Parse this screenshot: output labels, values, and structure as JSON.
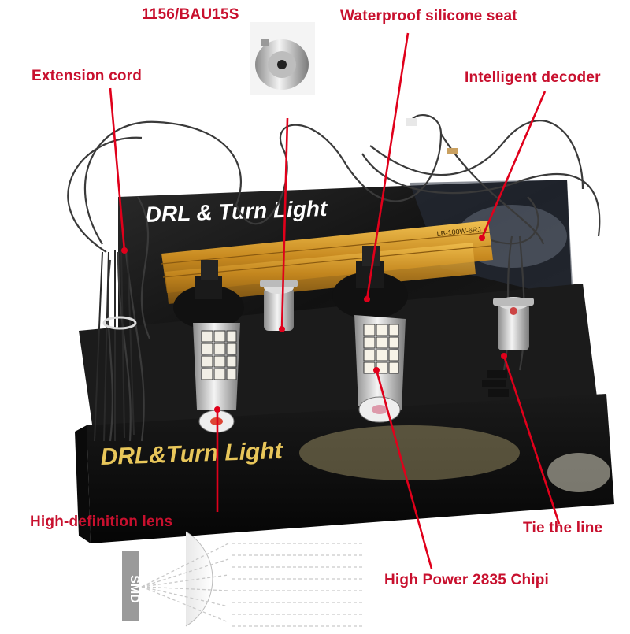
{
  "labels": {
    "socket": "1156/BAU15S",
    "seat": "Waterproof silicone seat",
    "cord": "Extension cord",
    "decoder": "Intelligent decoder",
    "lens": "High-definition lens",
    "tie": "Tie the line",
    "chip": "High Power 2835 Chipi"
  },
  "box": {
    "lid_text": "DRL & Turn Light",
    "front_text": "DRL&Turn Light",
    "decoder_text": "LB-100W-6RJ",
    "smd_text": "SMD"
  },
  "colors": {
    "label": "#c8102e",
    "pointer": "#e0001b",
    "box": "#151515",
    "resistor": "#d39a2a",
    "led": "#f2efe6"
  }
}
